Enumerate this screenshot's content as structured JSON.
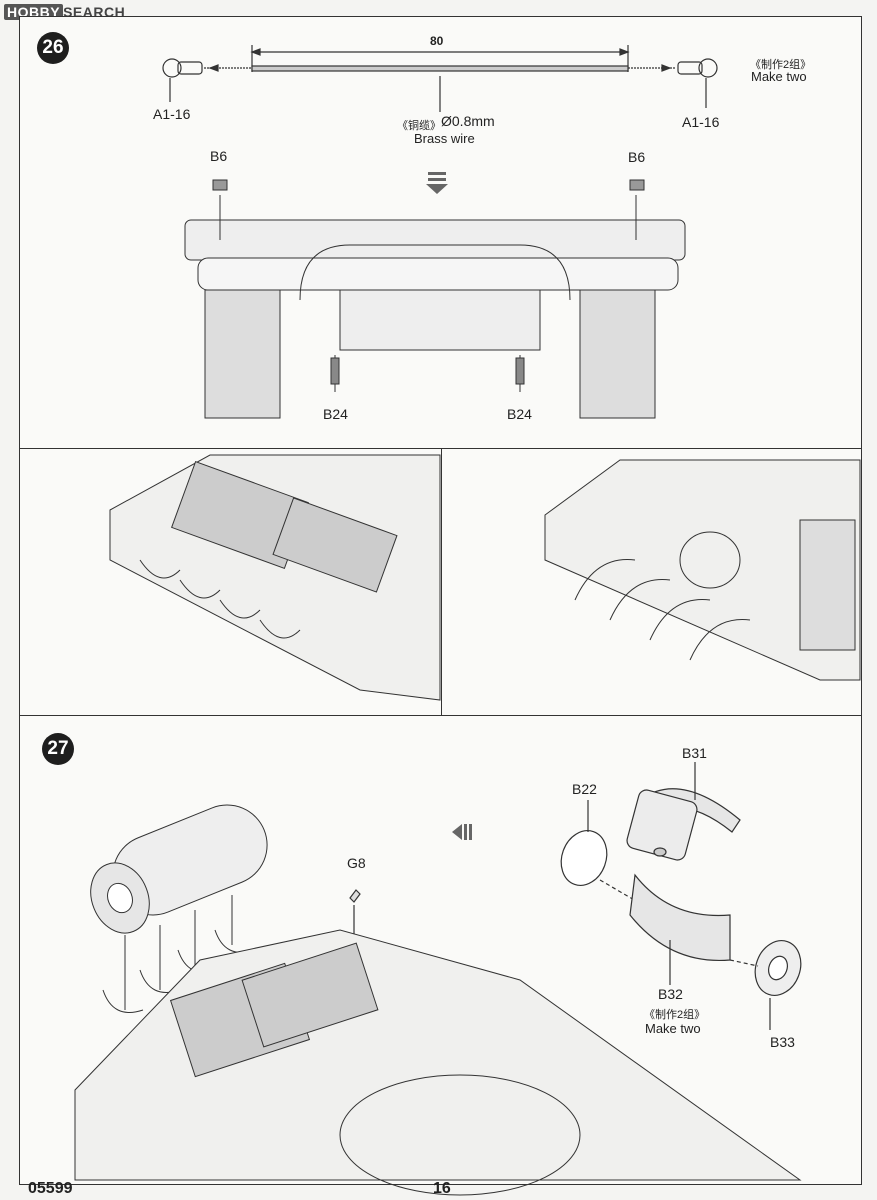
{
  "watermark": {
    "brand": "HOBBY",
    "suffix": "SEARCH"
  },
  "step26": {
    "number": "26",
    "dimension": "80",
    "part_left": "A1-16",
    "part_right": "A1-16",
    "wire_cn": "《铜缆》",
    "wire_spec": "Ø0.8mm",
    "wire_en": "Brass wire",
    "make_two_cn": "《制作2组》",
    "make_two_en": "Make two",
    "b6_left": "B6",
    "b6_right": "B6",
    "b24_left": "B24",
    "b24_right": "B24"
  },
  "step27": {
    "number": "27",
    "g8": "G8",
    "b22": "B22",
    "b31": "B31",
    "b32": "B32",
    "b33": "B33",
    "make_two_cn": "《制作2组》",
    "make_two_en": "Make two"
  },
  "footer": {
    "code": "05599",
    "page": "16"
  }
}
